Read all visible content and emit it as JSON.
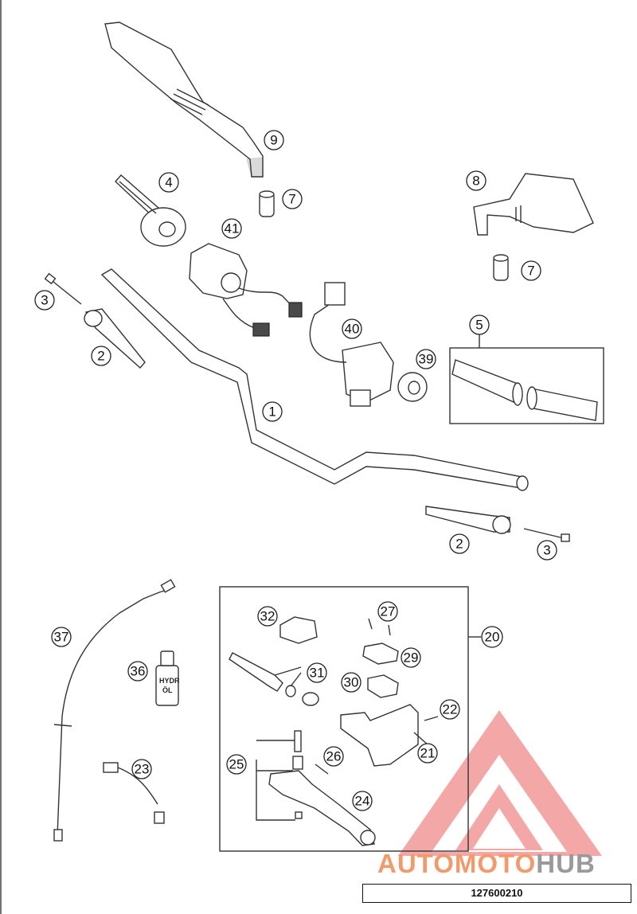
{
  "callouts": [
    "1",
    "2",
    "2",
    "3",
    "3",
    "4",
    "5",
    "7",
    "7",
    "8",
    "9",
    "20",
    "21",
    "22",
    "23",
    "24",
    "25",
    "26",
    "27",
    "29",
    "30",
    "31",
    "32",
    "36",
    "37",
    "39",
    "40",
    "41"
  ],
  "bottle_label": [
    "HYDR",
    "ÖL"
  ],
  "brand": {
    "part1": "AUTOMOTO",
    "part2": "HUB"
  },
  "brand_colors": {
    "logo": "#f08a8a",
    "text_orange": "#f29a6b",
    "text_gray": "#9a9a9a"
  },
  "part_number": "127600210"
}
